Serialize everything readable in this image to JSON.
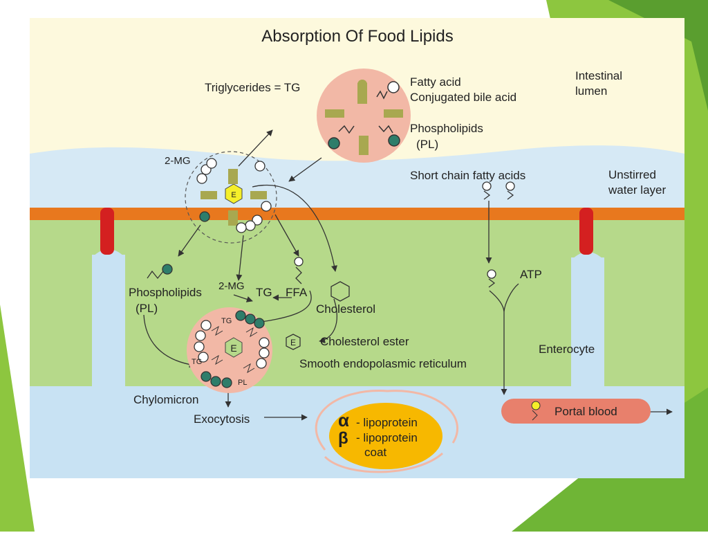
{
  "slide": {
    "title": "Absorption Of Food Lipids"
  },
  "labels": {
    "triglycerides": "Triglycerides = TG",
    "fatty_acid": "Fatty acid",
    "conjugated_bile_acid": "Conjugated bile acid",
    "phospholipids_top": "Phospholipids",
    "phospholipids_top_abbr": "(PL)",
    "intestinal_lumen_1": "Intestinal",
    "intestinal_lumen_2": "lumen",
    "two_mg_top": "2-MG",
    "short_chain": "Short chain fatty acids",
    "unstirred_1": "Unstirred",
    "unstirred_2": "water layer",
    "phospholipids_mid": "Phospholipids",
    "phospholipids_mid_abbr": "(PL)",
    "two_mg_mid": "2-MG",
    "tg_mid": "TG",
    "ffa": "FFA",
    "cholesterol": "Cholesterol",
    "cholesterol_ester": "Cholesterol ester",
    "smooth_er": "Smooth endopolasmic reticulum",
    "atp": "ATP",
    "enterocyte": "Enterocyte",
    "chylomicron": "Chylomicron",
    "exocytosis": "Exocytosis",
    "alpha": "α",
    "alpha_text": "- lipoprotein",
    "beta": "β",
    "beta_text": "- lipoprotein",
    "coat": "coat",
    "portal_blood": "Portal blood",
    "tg_in_chylo_1": "TG",
    "tg_in_chylo_2": "TG",
    "pl_in_chylo": "PL",
    "e_center": "E",
    "e_chylo": "E",
    "e_ester": "E"
  },
  "colors": {
    "lumen": "#fdf9dd",
    "water_layer": "#d6e9f5",
    "membrane": "#e8781e",
    "cytoplasm": "#b6d98a",
    "blood": "#c8e2f3",
    "micelle": "#f2b8a6",
    "villus_cap": "#d42020",
    "lipoprotein": "#f7b800",
    "portal": "#e8806c",
    "slide_green": "#8dc63f"
  }
}
